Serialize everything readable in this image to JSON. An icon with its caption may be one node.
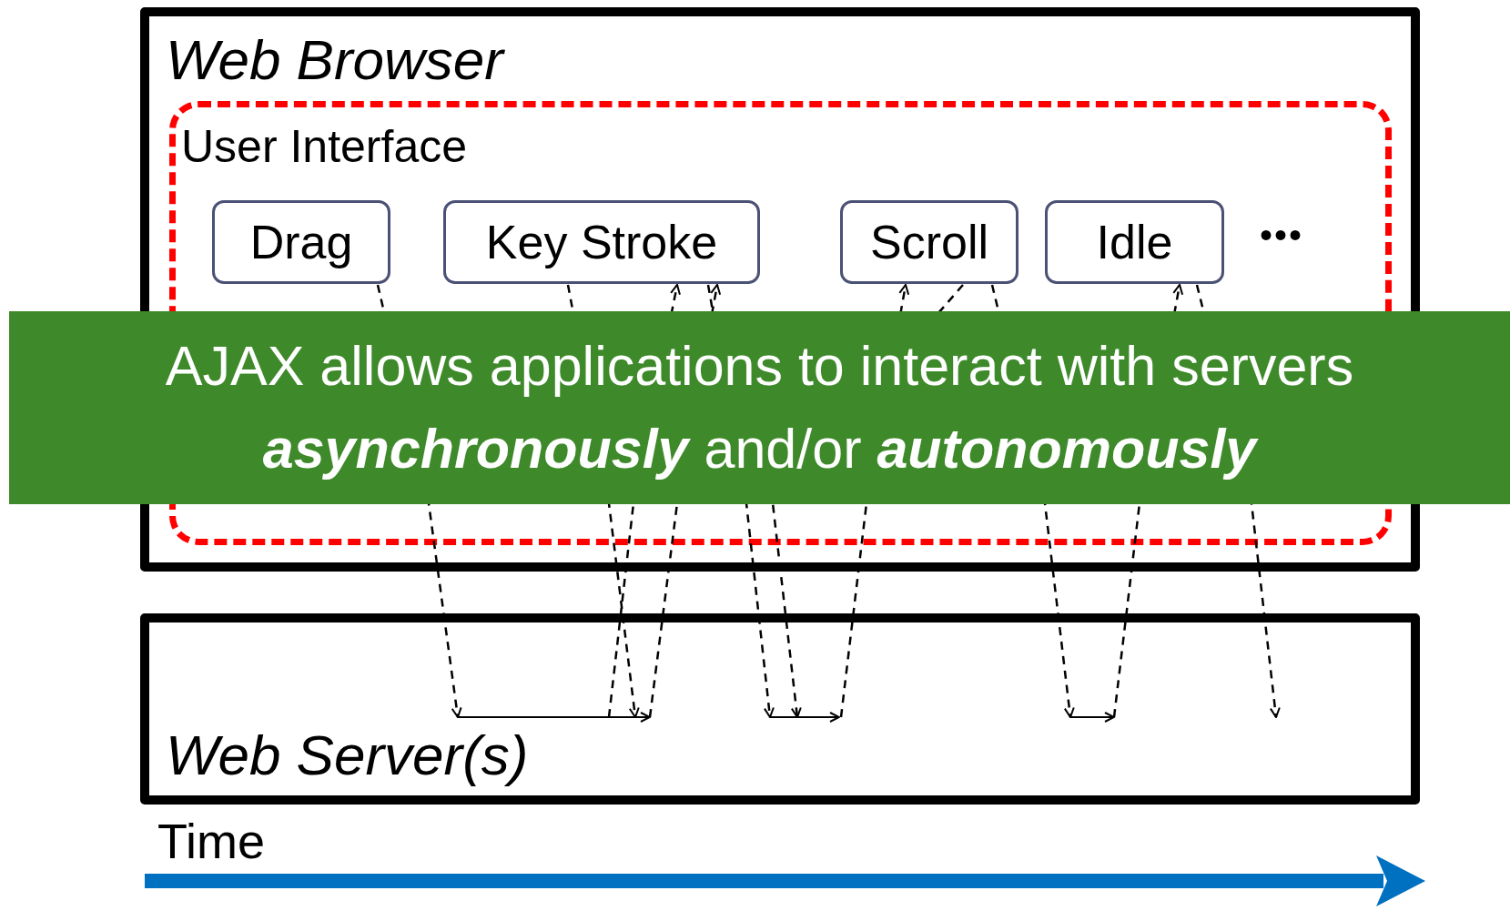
{
  "diagram": {
    "nodes": [
      {
        "text": [
          "Web Browser"
        ]
      },
      {
        "text": [
          "User Interface"
        ],
        "in": 0
      },
      {
        "text": [
          "Drag"
        ],
        "in": 1
      },
      {
        "text": [
          "Key Stroke"
        ],
        "in": 1
      },
      {
        "text": [
          "Scroll"
        ],
        "in": 1
      },
      {
        "text": [
          "Idle"
        ],
        "in": 1
      },
      {
        "text": [
          "Web Server(s)"
        ]
      }
    ],
    "caption": "AJAX allows applications to interact with servers **asynchronously** and/or **autonomously**",
    "edges": [
      {
        "from": 2,
        "to": 6,
        "arrow": "to",
        "style": "dashed"
      },
      {
        "from": 3,
        "to": 6,
        "arrow": "to",
        "style": "dashed"
      },
      {
        "from": 3,
        "to": 6,
        "arrow": "to",
        "style": "dashed"
      },
      {
        "from": 6,
        "to": 3,
        "arrow": "to",
        "style": "dashed"
      },
      {
        "from": 6,
        "to": 3,
        "arrow": "to",
        "style": "dashed"
      },
      {
        "from": 4,
        "to": 6,
        "arrow": "to",
        "style": "dashed"
      },
      {
        "from": 4,
        "to": 6,
        "arrow": "to",
        "style": "dashed"
      },
      {
        "from": 6,
        "to": 4,
        "arrow": "to",
        "style": "dashed"
      },
      {
        "from": 5,
        "to": 6,
        "arrow": "to",
        "style": "dashed"
      },
      {
        "from": 6,
        "to": 5,
        "arrow": "to",
        "style": "dashed"
      }
    ],
    "labels": [
      "•••",
      "Time"
    ]
  }
}
